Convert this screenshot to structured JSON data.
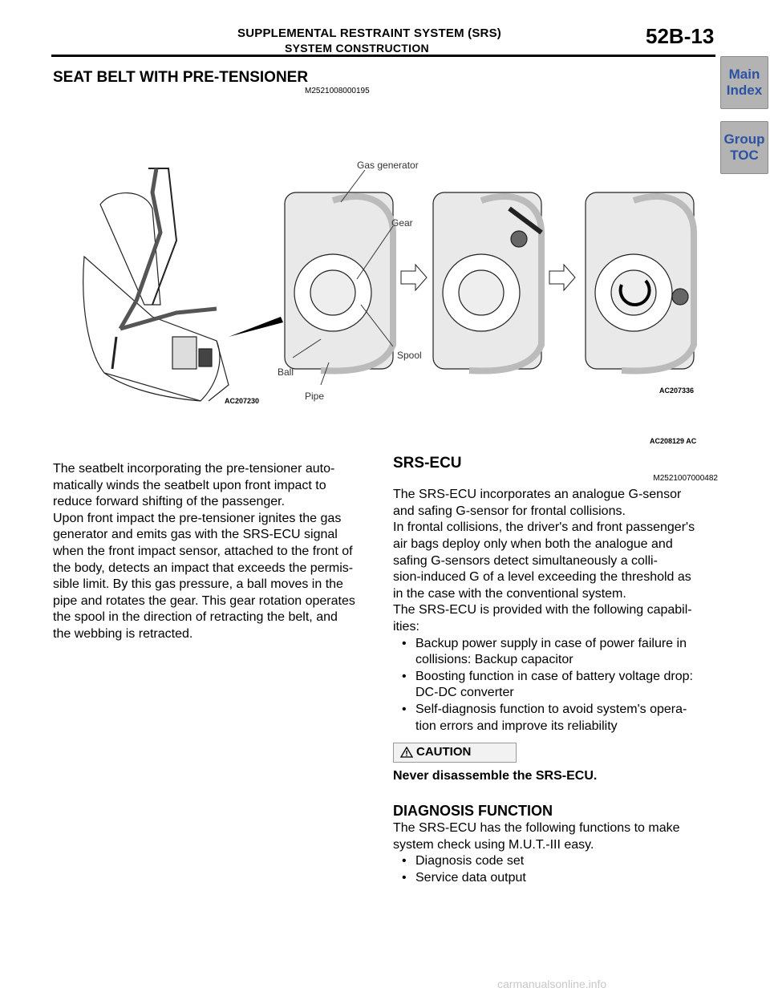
{
  "header": {
    "title": "SUPPLEMENTAL RESTRAINT SYSTEM (SRS)",
    "subtitle": "SYSTEM CONSTRUCTION",
    "page_number": "52B-13"
  },
  "nav": {
    "main_index": [
      "Main",
      "Index"
    ],
    "group_toc": [
      "Group",
      "TOC"
    ]
  },
  "section": {
    "title": "SEAT BELT WITH PRE-TENSIONER",
    "code": "M2521008000195"
  },
  "figure": {
    "labels": {
      "gas_generator": "Gas generator",
      "gear": "Gear",
      "spool": "Spool",
      "ball": "Ball",
      "pipe": "Pipe"
    },
    "codes": {
      "seat": "AC207230",
      "mechanism": "AC207336",
      "figure": "AC208129 AC"
    }
  },
  "left_text": [
    "The seatbelt incorporating the pre-tensioner auto-",
    "matically winds the seatbelt upon front impact to",
    "reduce forward shifting of the passenger.",
    "Upon front impact the pre-tensioner ignites the gas",
    "generator and emits gas with the SRS-ECU signal",
    "when the front impact sensor, attached to the front of",
    "the body, detects an impact that exceeds the permis-",
    "sible limit. By this gas pressure, a ball moves in the",
    "pipe and rotates the gear. This gear rotation operates",
    "the spool in the direction of retracting the belt, and",
    "the webbing is retracted."
  ],
  "srs_ecu": {
    "title": "SRS-ECU",
    "code": "M2521007000482",
    "lines": [
      "The SRS-ECU incorporates an analogue G-sensor",
      "and safing G-sensor for frontal collisions.",
      "In frontal collisions, the driver's and front passenger's",
      "air bags deploy only when both the analogue and",
      "safing G-sensors detect simultaneously a colli-",
      "sion-induced G of a level exceeding the threshold as",
      "in the case with the conventional system.",
      "The SRS-ECU is provided with the following capabil-",
      "ities:"
    ],
    "bullets": [
      [
        "Backup power supply in case of power failure in",
        "collisions: Backup capacitor"
      ],
      [
        "Boosting function in case of battery voltage drop:",
        "DC-DC converter"
      ],
      [
        "Self-diagnosis function to avoid system's opera-",
        "tion errors and improve its reliability"
      ]
    ],
    "caution_label": "CAUTION",
    "caution_text": "Never disassemble the SRS-ECU."
  },
  "diagnosis": {
    "title": "DIAGNOSIS FUNCTION",
    "lines": [
      "The SRS-ECU has the following functions to make",
      "system check using M.U.T.-III easy."
    ],
    "bullets": [
      "Diagnosis code set",
      "Service data output"
    ]
  },
  "footer": "carmanualsonline.info"
}
